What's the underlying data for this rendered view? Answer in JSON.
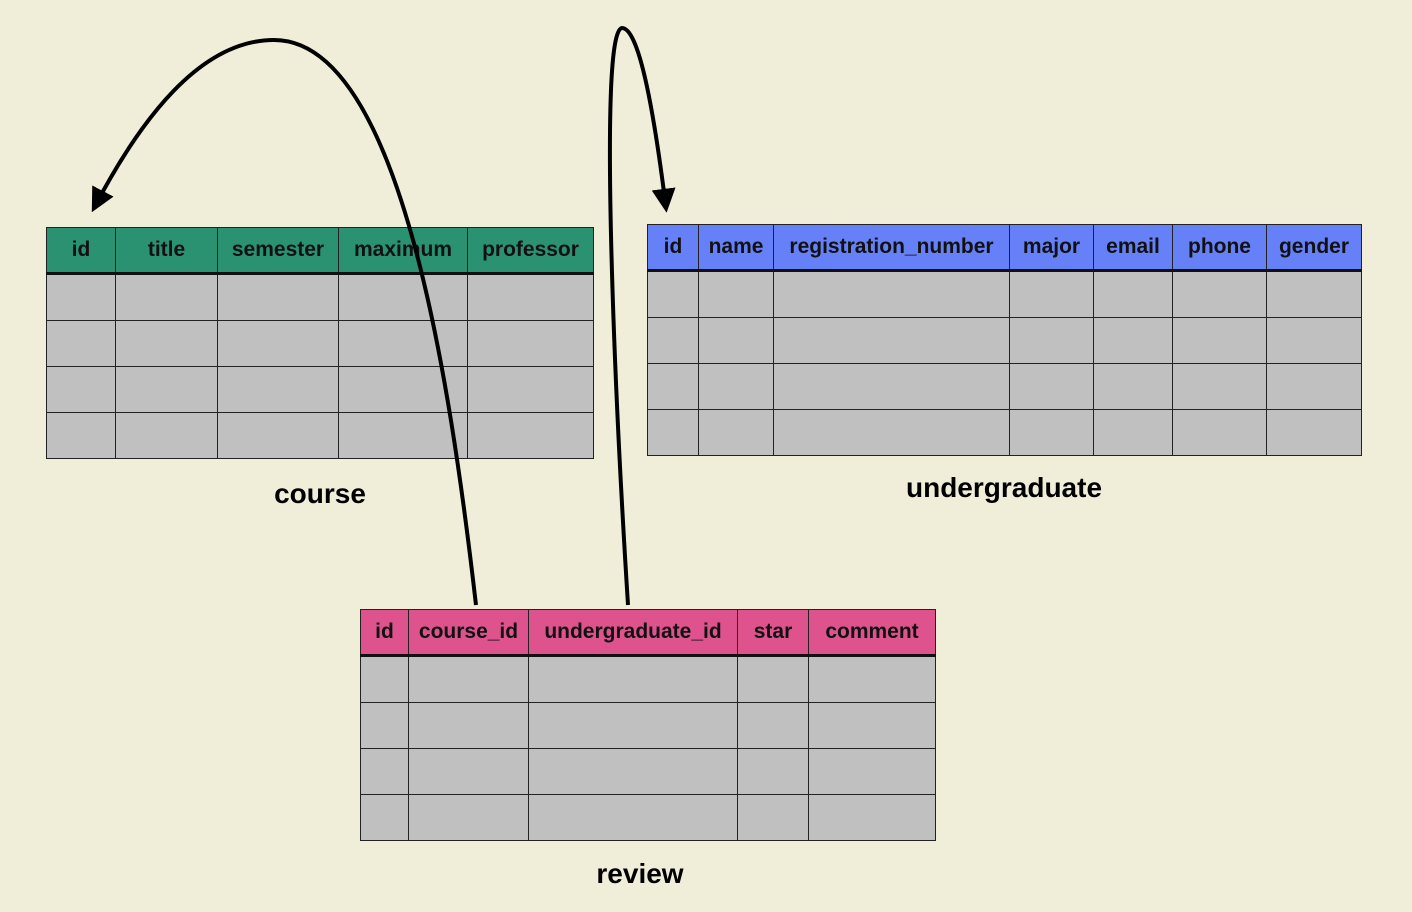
{
  "tables": [
    {
      "id": "course",
      "label": "course",
      "header_color": "#2a9270",
      "columns": [
        "id",
        "title",
        "semester",
        "maximum",
        "professor"
      ],
      "empty_rows": 4
    },
    {
      "id": "undergraduate",
      "label": "undergraduate",
      "header_color": "#6680f8",
      "columns": [
        "id",
        "name",
        "registration_number",
        "major",
        "email",
        "phone",
        "gender"
      ],
      "empty_rows": 4
    },
    {
      "id": "review",
      "label": "review",
      "header_color": "#de538e",
      "columns": [
        "id",
        "course_id",
        "undergraduate_id",
        "star",
        "comment"
      ],
      "empty_rows": 4
    }
  ],
  "relations": [
    {
      "from_table": "review",
      "from_column": "course_id",
      "to_table": "course",
      "to_column": "id"
    },
    {
      "from_table": "review",
      "from_column": "undergraduate_id",
      "to_table": "undergraduate",
      "to_column": "id"
    }
  ],
  "colors": {
    "background": "#f0eed9",
    "cell_fill": "#c0c0c0",
    "arrow": "#000000"
  }
}
